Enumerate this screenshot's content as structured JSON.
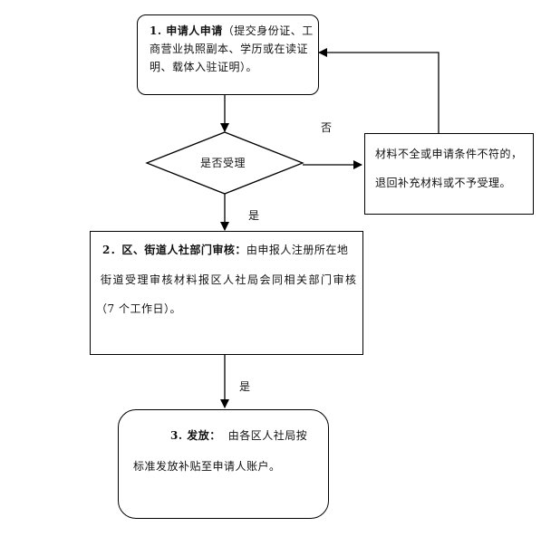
{
  "step1": {
    "title": "1. 申请人申请",
    "detail": "（提交身份证、工商营业执照副本、学历或在读证明、载体入驻证明）。"
  },
  "decision": {
    "label": "是否受理"
  },
  "reject": {
    "line1": "材料不全或申请条件不符的，",
    "line2": "退回补充材料或不予受理。"
  },
  "step2": {
    "title": "2．区、街道人社部门审核：",
    "line1": "由申报人注册所在地",
    "line2": "街道受理审核材料报区人社局会同相关部门审核",
    "line3": "（7 个工作日）。"
  },
  "step3": {
    "title": "3. 发放：",
    "line1": "由各区人社局按",
    "line2": "标准发放补贴至申请人账户。"
  },
  "labels": {
    "no": "否",
    "yes1": "是",
    "yes2": "是"
  }
}
